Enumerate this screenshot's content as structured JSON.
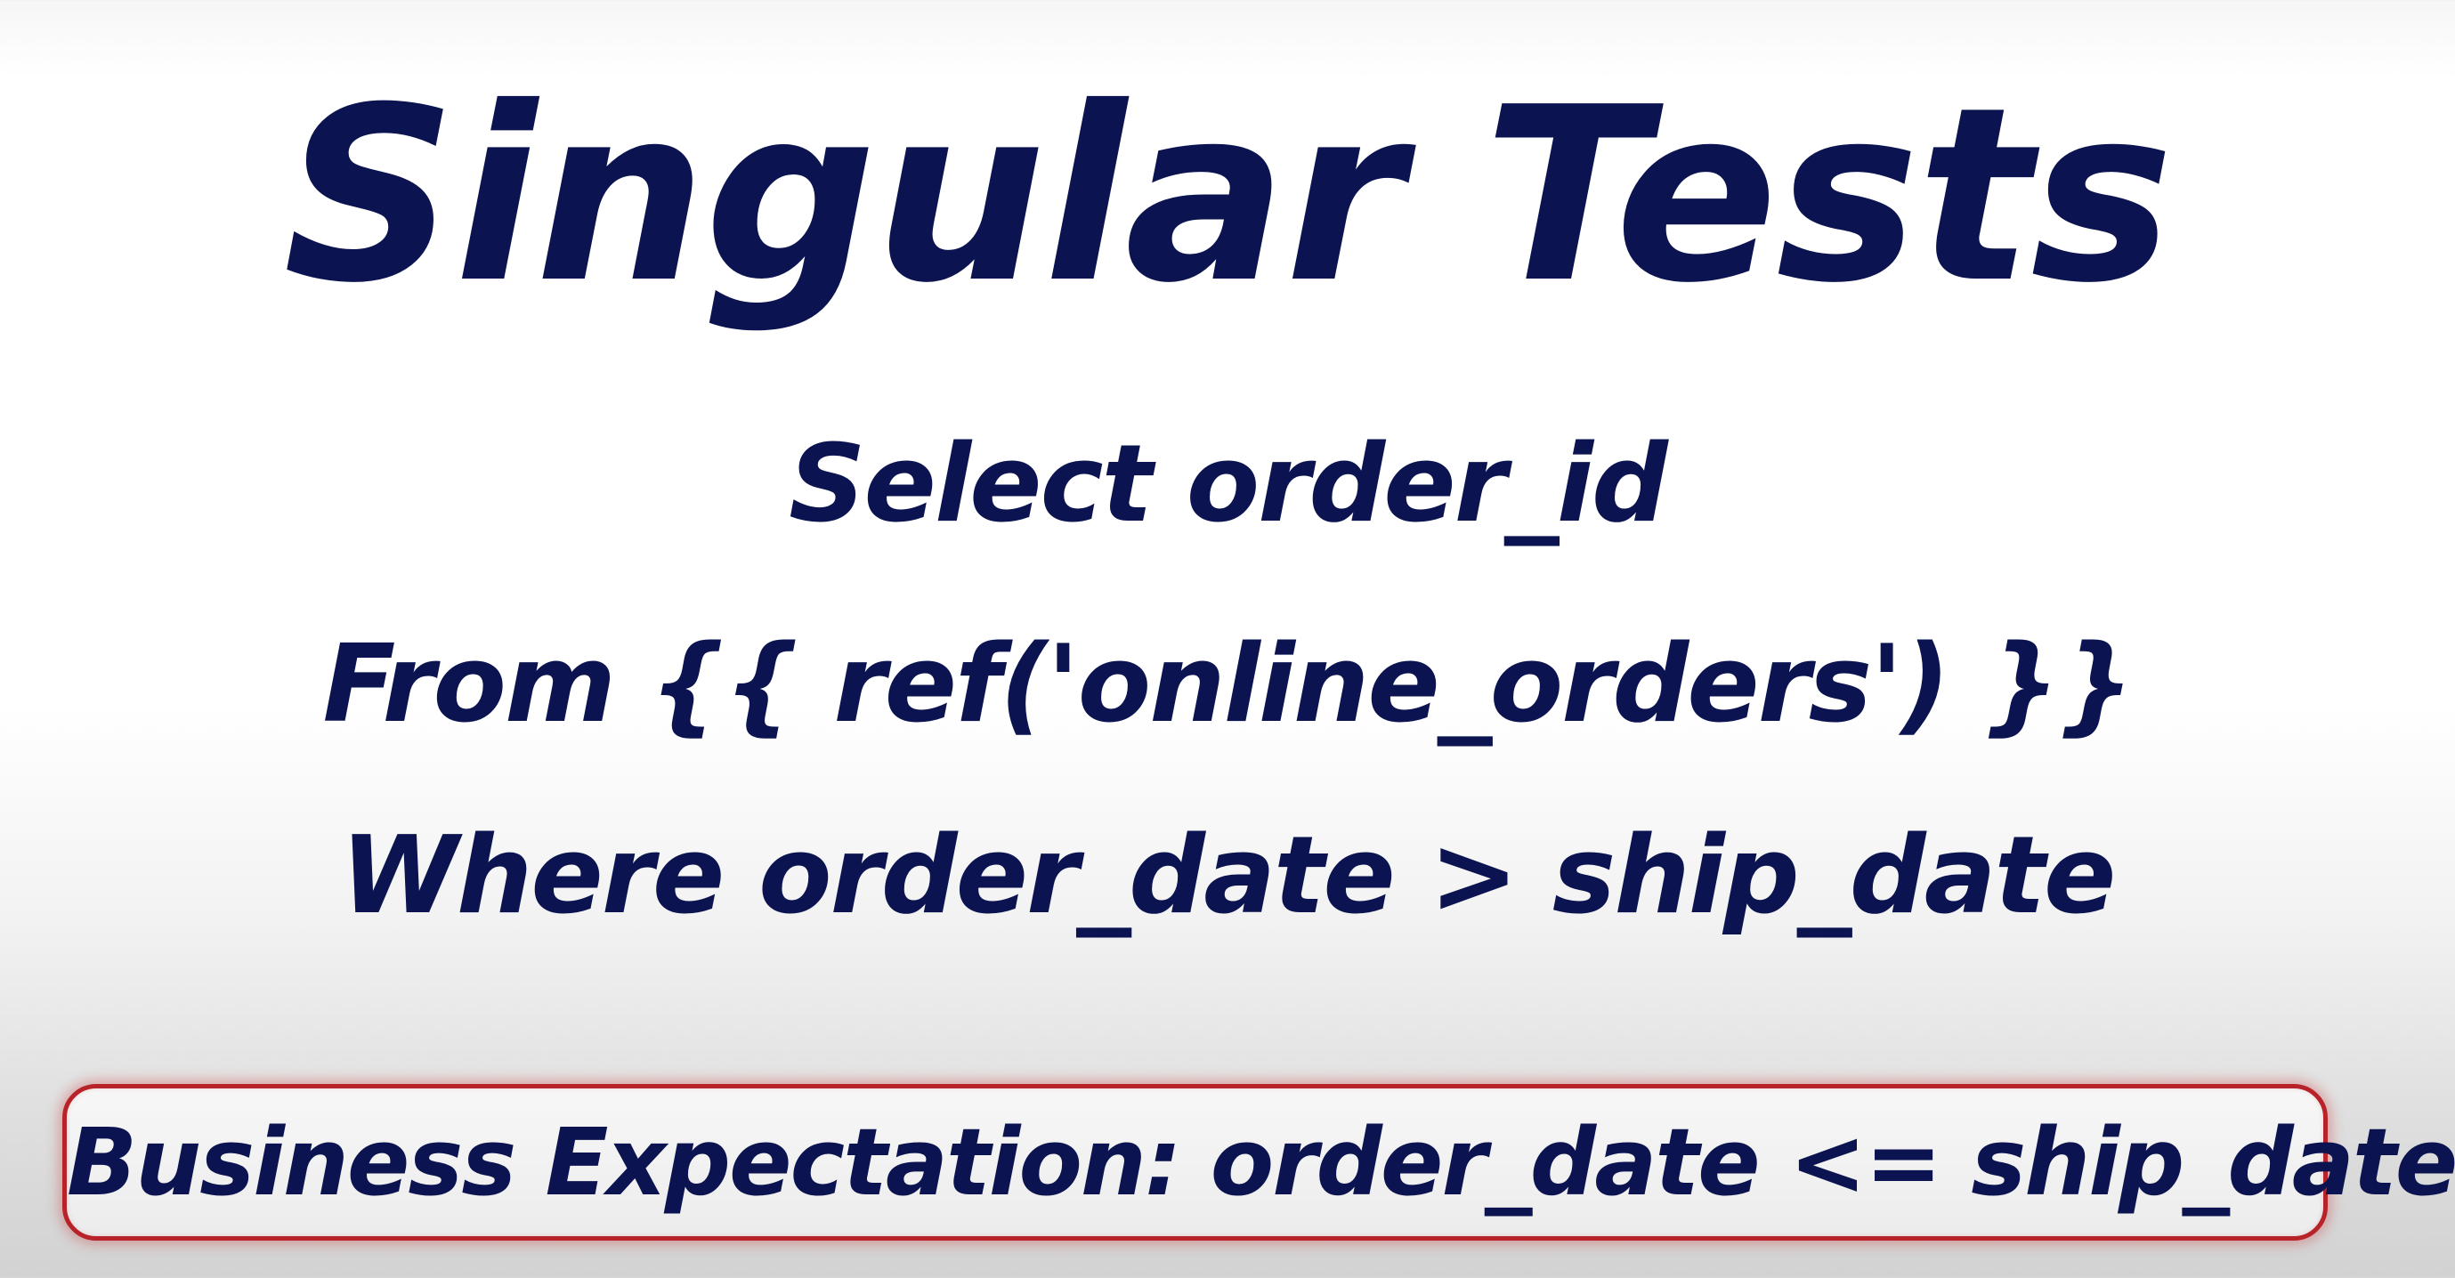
{
  "slide": {
    "title": "Singular Tests",
    "query_lines": [
      "Select order_id",
      "From {{ ref('online_orders') }}",
      "Where order_date > ship_date"
    ],
    "business_expectation": "Business Expectation: order_date <= ship_date"
  },
  "colors": {
    "text": "#0b1450",
    "box_border": "#b8232a",
    "background_top": "#ffffff",
    "background_bottom": "#d2d2d2"
  }
}
